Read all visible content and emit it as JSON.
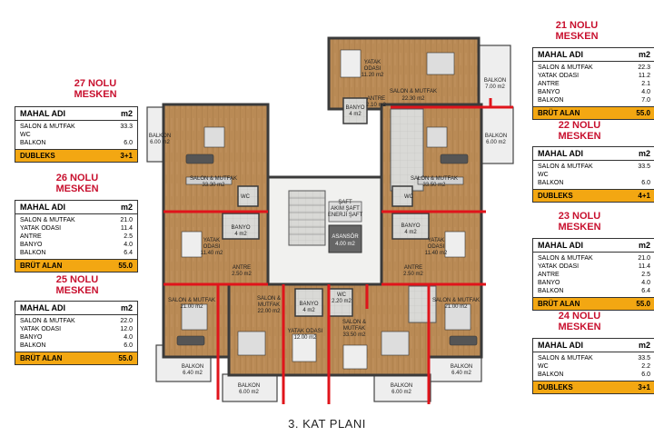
{
  "plan_title": "3. KAT PLANI",
  "colors": {
    "title_red": "#c8102e",
    "footer_orange": "#f3a712",
    "wall": "#3a3a3a",
    "floor_wood": "#b98a55",
    "partition_red": "#e0141b"
  },
  "units": {
    "u27": {
      "title1": "27 NOLU",
      "title2": "MESKEN",
      "head_name": "MAHAL ADI",
      "head_unit": "m2",
      "rows": [
        {
          "name": "SALON & MUTFAK",
          "value": "33.3"
        },
        {
          "name": "WC",
          "value": ""
        },
        {
          "name": "BALKON",
          "value": "6.0"
        }
      ],
      "footer_label": "DUBLEKS",
      "footer_value": "3+1"
    },
    "u26": {
      "title1": "26 NOLU",
      "title2": "MESKEN",
      "head_name": "MAHAL ADI",
      "head_unit": "m2",
      "rows": [
        {
          "name": "SALON & MUTFAK",
          "value": "21.0"
        },
        {
          "name": "YATAK ODASI",
          "value": "11.4"
        },
        {
          "name": "ANTRE",
          "value": "2.5"
        },
        {
          "name": "BANYO",
          "value": "4.0"
        },
        {
          "name": "BALKON",
          "value": "6.4"
        }
      ],
      "footer_label": "BRÜT ALAN",
      "footer_value": "55.0"
    },
    "u25": {
      "title1": "25 NOLU",
      "title2": "MESKEN",
      "head_name": "MAHAL ADI",
      "head_unit": "m2",
      "rows": [
        {
          "name": "SALON & MUTFAK",
          "value": "22.0"
        },
        {
          "name": "YATAK ODASI",
          "value": "12.0"
        },
        {
          "name": "BANYO",
          "value": "4.0"
        },
        {
          "name": "BALKON",
          "value": "6.0"
        }
      ],
      "footer_label": "BRÜT ALAN",
      "footer_value": "55.0"
    },
    "u21": {
      "title1": "21 NOLU",
      "title2": "MESKEN",
      "head_name": "MAHAL ADI",
      "head_unit": "m2",
      "rows": [
        {
          "name": "SALON & MUTFAK",
          "value": "22.3"
        },
        {
          "name": "YATAK ODASI",
          "value": "11.2"
        },
        {
          "name": "ANTRE",
          "value": "2.1"
        },
        {
          "name": "BANYO",
          "value": "4.0"
        },
        {
          "name": "BALKON",
          "value": "7.0"
        }
      ],
      "footer_label": "BRÜT ALAN",
      "footer_value": "55.0"
    },
    "u22": {
      "title1": "22 NOLU",
      "title2": "MESKEN",
      "head_name": "MAHAL ADI",
      "head_unit": "m2",
      "rows": [
        {
          "name": "SALON & MUTFAK",
          "value": "33.5"
        },
        {
          "name": "WC",
          "value": ""
        },
        {
          "name": "BALKON",
          "value": "6.0"
        }
      ],
      "footer_label": "DUBLEKS",
      "footer_value": "4+1"
    },
    "u23": {
      "title1": "23 NOLU",
      "title2": "MESKEN",
      "head_name": "MAHAL ADI",
      "head_unit": "m2",
      "rows": [
        {
          "name": "SALON & MUTFAK",
          "value": "21.0"
        },
        {
          "name": "YATAK ODASI",
          "value": "11.4"
        },
        {
          "name": "ANTRE",
          "value": "2.5"
        },
        {
          "name": "BANYO",
          "value": "4.0"
        },
        {
          "name": "BALKON",
          "value": "6.4"
        }
      ],
      "footer_label": "BRÜT ALAN",
      "footer_value": "55.0"
    },
    "u24": {
      "title1": "24 NOLU",
      "title2": "MESKEN",
      "head_name": "MAHAL ADI",
      "head_unit": "m2",
      "rows": [
        {
          "name": "SALON & MUTFAK",
          "value": "33.5"
        },
        {
          "name": "WC",
          "value": "2.2"
        },
        {
          "name": "BALKON",
          "value": "6.0"
        }
      ],
      "footer_label": "DUBLEKS",
      "footer_value": "3+1"
    }
  },
  "rooms": {
    "yatak_top_1": "YATAK",
    "yatak_top_2": "ODASI",
    "yatak_top_3": "11.20 m2",
    "salon_top_1": "SALON & MUTFAK",
    "salon_top_2": "22.30 m2",
    "balkon_tr_1": "BALKON",
    "balkon_tr_2": "7.00 m2",
    "banyo_top_1": "BANYO",
    "banyo_top_2": "4 m2",
    "antre_top_1": "ANTRE",
    "antre_top_2": "2.10 m2",
    "balkon_l_1": "BALKON",
    "balkon_l_2": "6.00 m2",
    "balkon_r_1": "BALKON",
    "balkon_r_2": "6.00 m2",
    "salon_l_1": "SALON & MUTFAK",
    "salon_l_2": "33.30 m2",
    "salon_r_1": "SALON & MUTFAK",
    "salon_r_2": "33.50 m2",
    "wc_l": "WC",
    "wc_r": "WC",
    "saft_1": "ŞAFT",
    "saft_2": "AKIM ŞAFT",
    "saft_3": "ENERJİ ŞAFT",
    "asansor_1": "ASANSÖR",
    "asansor_2": "4.00 m2",
    "banyo_l_1": "BANYO",
    "banyo_l_2": "4 m2",
    "banyo_r_1": "BANYO",
    "banyo_r_2": "4 m2",
    "yatak_l_1": "YATAK",
    "yatak_l_2": "ODASI",
    "yatak_l_3": "11.40 m2",
    "yatak_r_1": "YATAK",
    "yatak_r_2": "ODASI",
    "yatak_r_3": "11.40 m2",
    "antre_l_1": "ANTRE",
    "antre_l_2": "2.50 m2",
    "antre_r_1": "ANTRE",
    "antre_r_2": "2.50 m2",
    "salon_bl_1": "SALON & MUTFAK",
    "salon_bl_2": "21.00 m2",
    "salon_br_1": "SALON & MUTFAK",
    "salon_br_2": "21.00 m2",
    "salon_bm_1": "SALON &",
    "salon_bm_2": "MUTFAK",
    "salon_bm_3": "22.00 m2",
    "banyo_bm_1": "BANYO",
    "banyo_bm_2": "4 m2",
    "wc_bm_1": "WC",
    "wc_bm_2": "2.20 m2",
    "yatak_bm_1": "YATAK ODASI",
    "yatak_bm_2": "12.00 m2",
    "salon_bm2_1": "SALON &",
    "salon_bm2_2": "MUTFAK",
    "salon_bm2_3": "33.50 m2",
    "balkon_bl_1": "BALKON",
    "balkon_bl_2": "6.40 m2",
    "balkon_br_1": "BALKON",
    "balkon_br_2": "6.40 m2",
    "balkon_b1_1": "BALKON",
    "balkon_b1_2": "6.00 m2",
    "balkon_b2_1": "BALKON",
    "balkon_b2_2": "6.00 m2"
  }
}
